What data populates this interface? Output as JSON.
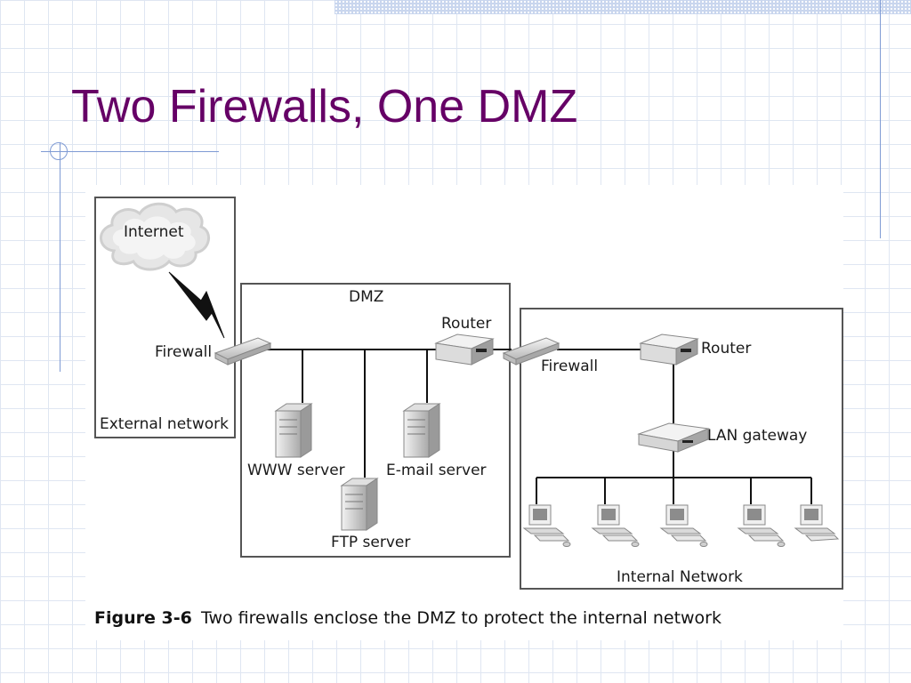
{
  "slide": {
    "title": "Two Firewalls, One DMZ"
  },
  "diagram": {
    "zones": {
      "external": "External network",
      "dmz": "DMZ",
      "internal": "Internal Network"
    },
    "nodes": {
      "internet": "Internet",
      "firewall_external": "Firewall",
      "router_dmz": "Router",
      "firewall_internal": "Firewall",
      "router_internal": "Router",
      "lan_gateway": "LAN gateway",
      "www_server": "WWW server",
      "email_server": "E-mail server",
      "ftp_server": "FTP server"
    },
    "caption": {
      "number": "Figure 3-6",
      "text": "Two firewalls enclose the DMZ to protect the internal network"
    }
  },
  "colors": {
    "title": "#660066",
    "grid": "#dfe6f2",
    "accent_line": "#7f9bd4"
  }
}
